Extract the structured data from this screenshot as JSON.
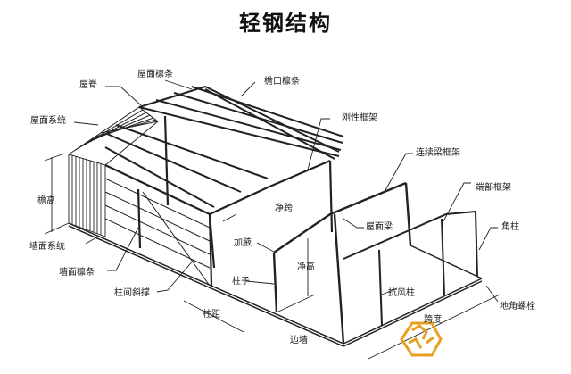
{
  "title": "轻钢结构",
  "labels": {
    "roof_ridge": "屋脊",
    "roof_purlin": "屋面檩条",
    "eave_purlin": "檐口檩条",
    "roof_system": "屋面系统",
    "rigid_frame": "刚性框架",
    "continuous_beam_frame": "连续梁框架",
    "end_frame": "端部框架",
    "eave_height": "檐高",
    "clear_span": "净跨",
    "roof_beam": "屋面梁",
    "corner_column": "角柱",
    "haunch": "加腋",
    "wall_system": "墙面系统",
    "clear_height": "净高",
    "wall_girt": "墙面檩条",
    "column": "柱子",
    "wind_column": "抗风柱",
    "column_bracing": "柱间斜撑",
    "anchor_bolt": "地角螺栓",
    "bay_spacing": "柱距",
    "span": "跨度",
    "side_wall": "边墙"
  },
  "logo": {
    "name": "hexagon-logo",
    "color": "#E8A020"
  }
}
